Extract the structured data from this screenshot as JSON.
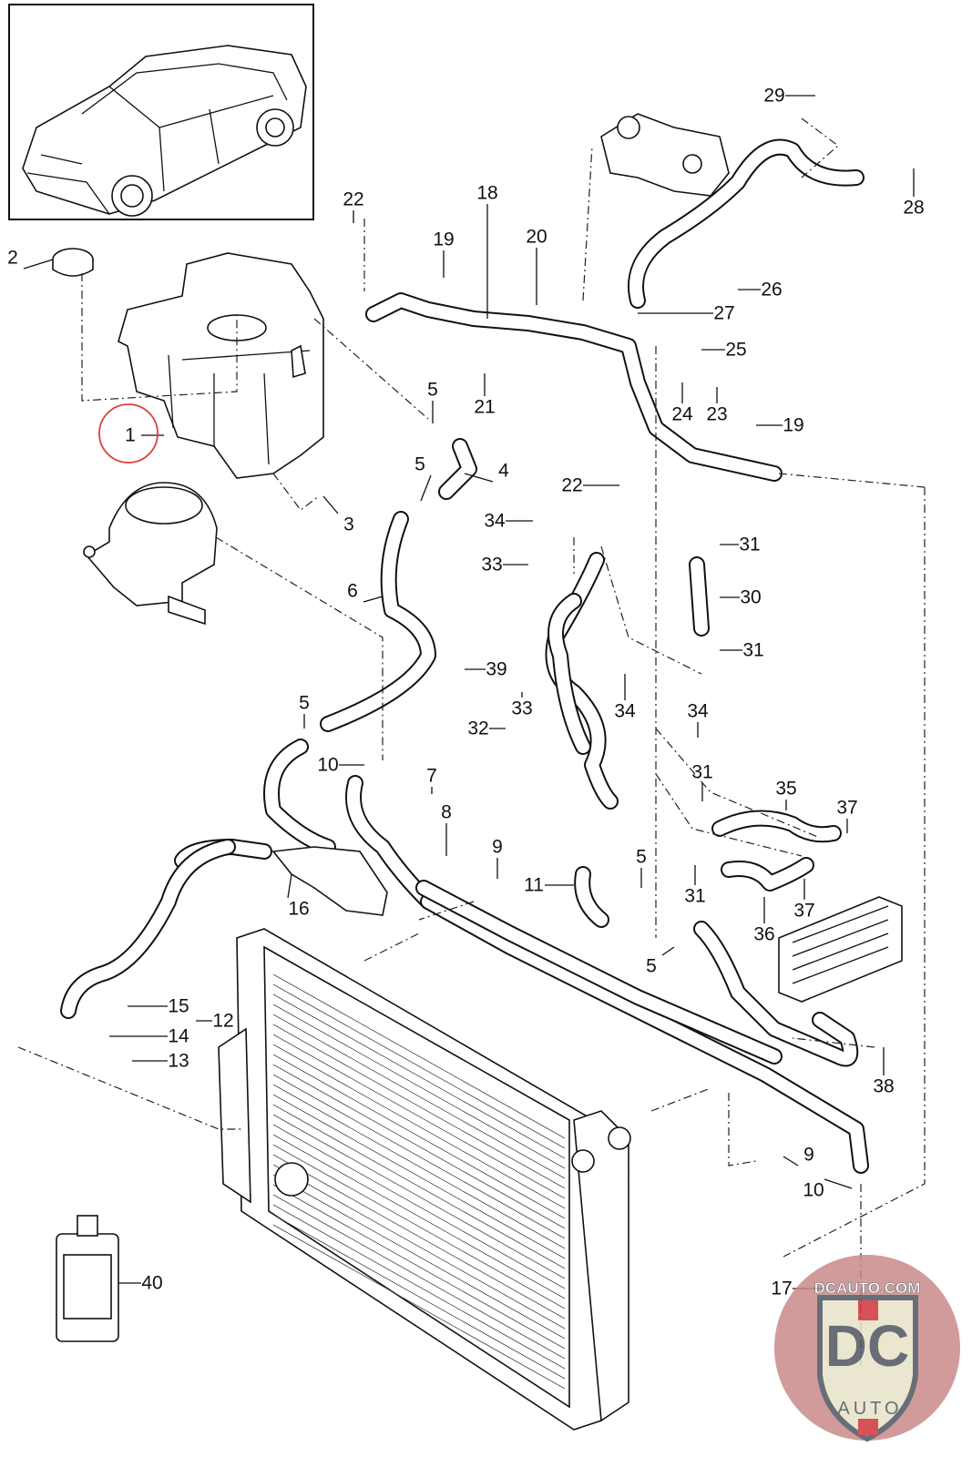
{
  "diagram": {
    "highlight_color": "#d9403a",
    "highlighted_callout": "1",
    "callouts": [
      {
        "label": "1",
        "part": "coolant-expansion-tank"
      },
      {
        "label": "2",
        "part": "tank-cap"
      },
      {
        "label": "3",
        "part": "screw"
      },
      {
        "label": "4",
        "part": "hose"
      },
      {
        "label": "5",
        "part": "hose-clamp"
      },
      {
        "label": "5",
        "part": "hose-clamp"
      },
      {
        "label": "5",
        "part": "hose-clamp"
      },
      {
        "label": "5",
        "part": "hose-clamp"
      },
      {
        "label": "5",
        "part": "hose-clamp"
      },
      {
        "label": "6",
        "part": "coolant-hose"
      },
      {
        "label": "7",
        "part": "coolant-pipe"
      },
      {
        "label": "8",
        "part": "clip"
      },
      {
        "label": "9",
        "part": "screw"
      },
      {
        "label": "9",
        "part": "screw"
      },
      {
        "label": "10",
        "part": "hose-clamp"
      },
      {
        "label": "10",
        "part": "hose-clamp"
      },
      {
        "label": "11",
        "part": "hose-connector"
      },
      {
        "label": "12",
        "part": "radiator-hose-assembly"
      },
      {
        "label": "13",
        "part": "sensor"
      },
      {
        "label": "14",
        "part": "o-ring"
      },
      {
        "label": "15",
        "part": "clip"
      },
      {
        "label": "16",
        "part": "thermostat-housing"
      },
      {
        "label": "17",
        "part": "lower-hose"
      },
      {
        "label": "18",
        "part": "coolant-pipe"
      },
      {
        "label": "19",
        "part": "o-ring"
      },
      {
        "label": "19",
        "part": "o-ring"
      },
      {
        "label": "20",
        "part": "o-ring"
      },
      {
        "label": "21",
        "part": "screw"
      },
      {
        "label": "22",
        "part": "screw"
      },
      {
        "label": "22",
        "part": "screw"
      },
      {
        "label": "23",
        "part": "plug"
      },
      {
        "label": "24",
        "part": "o-ring"
      },
      {
        "label": "25",
        "part": "clip"
      },
      {
        "label": "26",
        "part": "hose"
      },
      {
        "label": "27",
        "part": "o-ring"
      },
      {
        "label": "28",
        "part": "hose-end"
      },
      {
        "label": "29",
        "part": "screw"
      },
      {
        "label": "30",
        "part": "hose"
      },
      {
        "label": "31",
        "part": "hose-clamp"
      },
      {
        "label": "31",
        "part": "hose-clamp"
      },
      {
        "label": "31",
        "part": "hose-clamp"
      },
      {
        "label": "31",
        "part": "hose-clamp"
      },
      {
        "label": "32",
        "part": "pipe-assembly"
      },
      {
        "label": "33",
        "part": "o-ring"
      },
      {
        "label": "33",
        "part": "pipe"
      },
      {
        "label": "34",
        "part": "screw"
      },
      {
        "label": "34",
        "part": "screw"
      },
      {
        "label": "34",
        "part": "screw"
      },
      {
        "label": "35",
        "part": "hose"
      },
      {
        "label": "36",
        "part": "hose"
      },
      {
        "label": "37",
        "part": "hose-clamp"
      },
      {
        "label": "37",
        "part": "hose-clamp"
      },
      {
        "label": "38",
        "part": "bracket"
      },
      {
        "label": "39",
        "part": "bracket"
      },
      {
        "label": "40",
        "part": "coolant-bottle"
      }
    ]
  },
  "watermark": {
    "text_top": "DCAUTO.COM",
    "monogram": "DC",
    "text_bottom": "AUTO",
    "badge_colors": {
      "circle": "#c98a8a",
      "shield": "#e8e2c8",
      "letters": "#4d5560",
      "accent": "#d0353a"
    }
  }
}
